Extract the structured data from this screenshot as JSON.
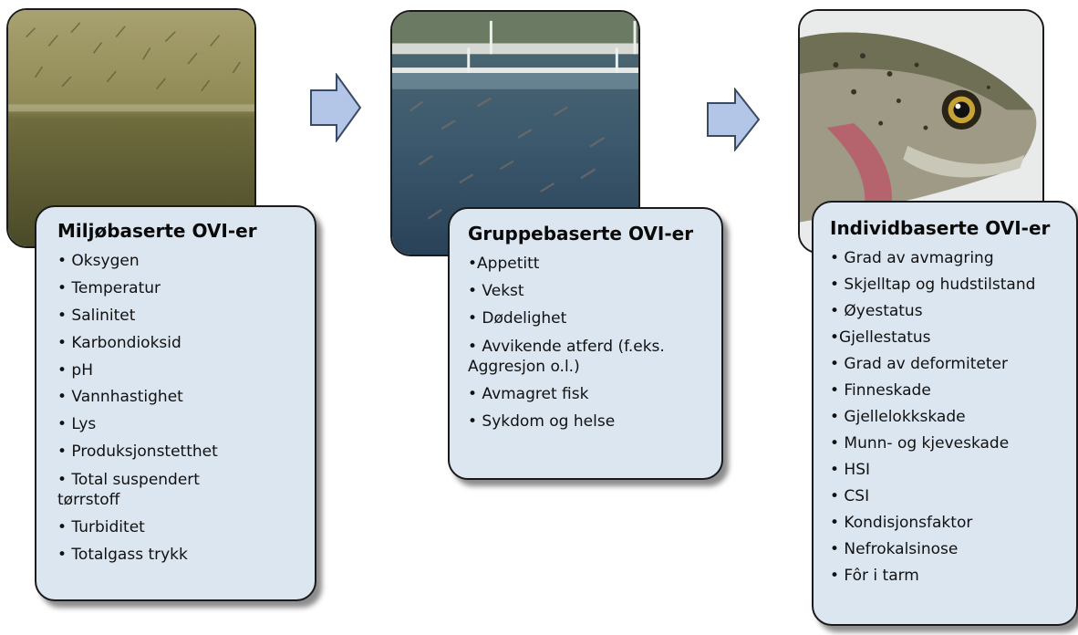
{
  "colors": {
    "box_fill": "#dce6f1",
    "box_border": "#1a1a1a",
    "arrow_fill": "#b4c6e7",
    "arrow_stroke": "#3b4a63"
  },
  "photos": [
    {
      "subject": "tank-water-with-fish-photo"
    },
    {
      "subject": "outdoor-fish-tank-photo"
    },
    {
      "subject": "trout-head-photo"
    }
  ],
  "arrows": [
    "right-arrow-icon",
    "right-arrow-icon"
  ],
  "boxes": [
    {
      "title": "Miljøbaserte OVI-er",
      "items": [
        "• Oksygen",
        "• Temperatur",
        "• Salinitet",
        "• Karbondioksid",
        "• pH",
        "• Vannhastighet",
        "• Lys",
        "• Produksjonstetthet",
        "• Total suspendert tørrstoff",
        "• Turbiditet",
        "• Totalgass trykk"
      ]
    },
    {
      "title": "Gruppebaserte OVI-er",
      "items": [
        "•Appetitt",
        "• Vekst",
        "• Dødelighet",
        "• Avvikende atferd (f.eks. Aggresjon o.l.)",
        "• Avmagret fisk",
        "• Sykdom og helse"
      ]
    },
    {
      "title": "Individbaserte OVI-er",
      "items": [
        "• Grad av avmagring",
        "• Skjelltap og hudstilstand",
        "• Øyestatus",
        "•Gjellestatus",
        "• Grad av deformiteter",
        "• Finneskade",
        "• Gjellelokkskade",
        "• Munn- og kjeveskade",
        "• HSI",
        "• CSI",
        "• Kondisjonsfaktor",
        "• Nefrokalsinose",
        "• Fôr i tarm"
      ]
    }
  ]
}
